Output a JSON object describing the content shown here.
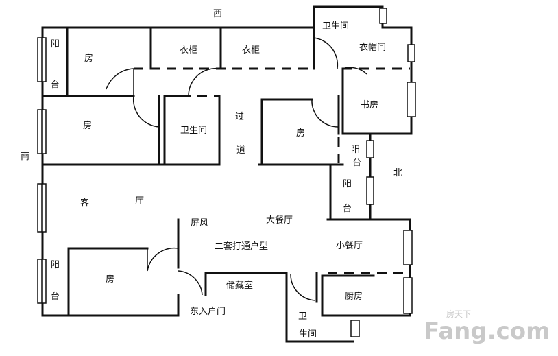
{
  "directions": {
    "west": "西",
    "south": "南",
    "north": "北"
  },
  "rooms": {
    "yang": "阳",
    "tai": "台",
    "fang": "房",
    "yigui": "衣柜",
    "weishengjian": "卫生间",
    "wei": "卫",
    "shengjian": "生间",
    "yimaojian": "衣帽间",
    "shufang": "书房",
    "guo": "过",
    "dao": "道",
    "ke": "客",
    "ting": "厅",
    "pingfeng": "屏风",
    "dacanting": "大餐厅",
    "xiaocanting": "小餐厅",
    "chucangshi": "储藏室",
    "chufang": "厨房",
    "entrance": "东入户门"
  },
  "caption": "二套打通户型",
  "watermark": {
    "brand": "Fang.com",
    "cn": "房天下"
  },
  "colors": {
    "wall": "#111111",
    "window_fill": "#ffffff",
    "watermark": "#c9c9c9"
  }
}
